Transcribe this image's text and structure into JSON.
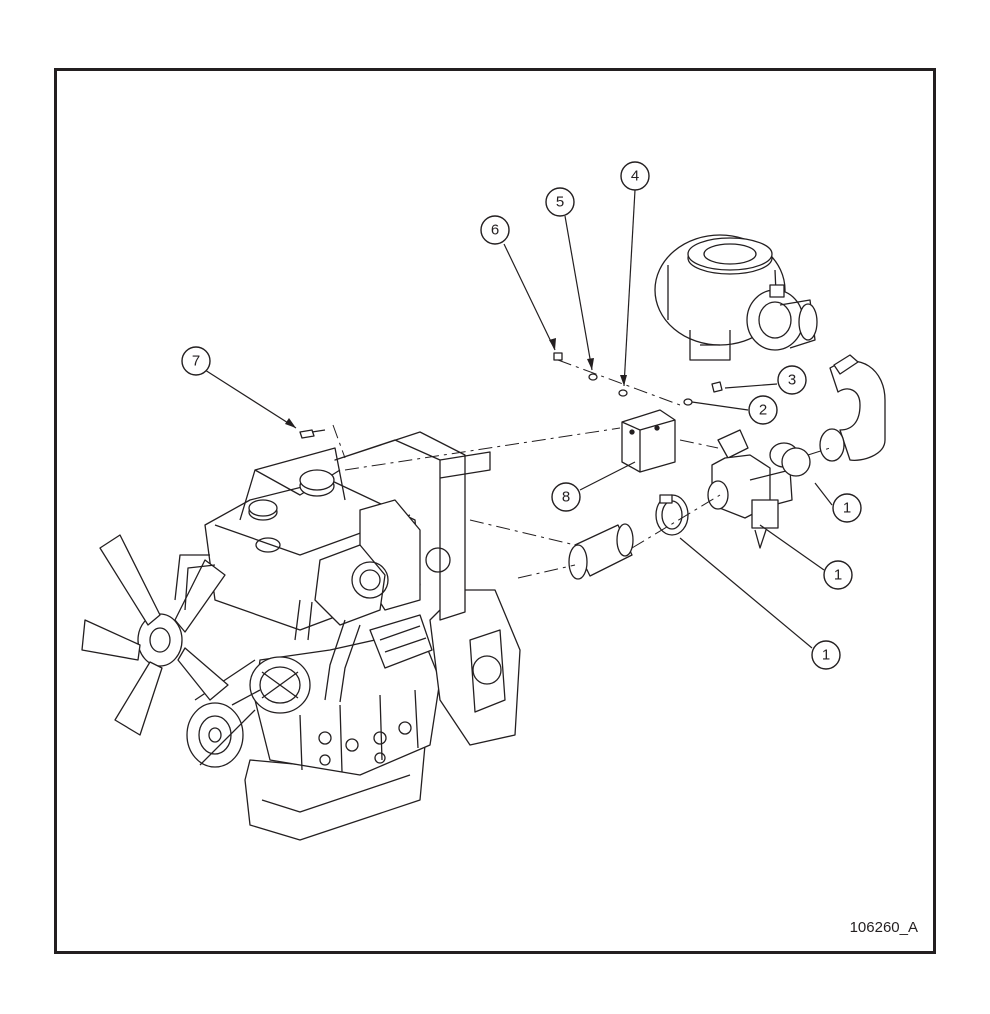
{
  "figure": {
    "id_label": "106260_A",
    "callouts": [
      {
        "key": "c6",
        "label": "6"
      },
      {
        "key": "c5",
        "label": "5"
      },
      {
        "key": "c4",
        "label": "4"
      },
      {
        "key": "c7",
        "label": "7"
      },
      {
        "key": "c3",
        "label": "3"
      },
      {
        "key": "c2",
        "label": "2"
      },
      {
        "key": "c8",
        "label": "8"
      },
      {
        "key": "c1a",
        "label": "1"
      },
      {
        "key": "c1b",
        "label": "1"
      },
      {
        "key": "c1c",
        "label": "1"
      }
    ]
  },
  "colors": {
    "line": "#231f20",
    "fill": "#ffffff",
    "shade": "#e6e6e6"
  }
}
